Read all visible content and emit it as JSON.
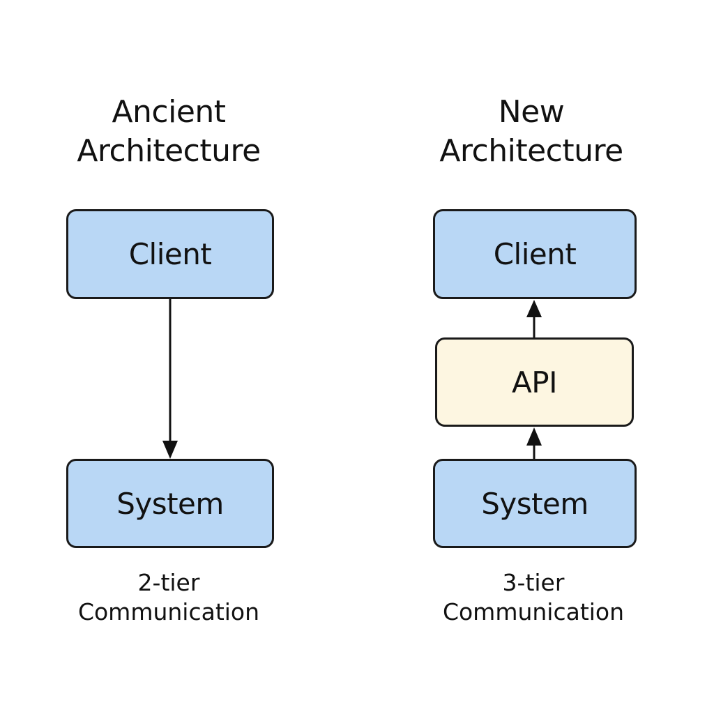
{
  "colors": {
    "node_fill": "#b9d7f5",
    "api_fill": "#fdf6e1",
    "border": "#1a1a1a",
    "text": "#111111"
  },
  "left": {
    "title_line1": "Ancient",
    "title_line2": "Architecture",
    "client_label": "Client",
    "system_label": "System",
    "caption_line1": "2-tier",
    "caption_line2": "Communication"
  },
  "right": {
    "title_line1": "New",
    "title_line2": "Architecture",
    "client_label": "Client",
    "api_label": "API",
    "system_label": "System",
    "caption_line1": "3-tier",
    "caption_line2": "Communication"
  }
}
